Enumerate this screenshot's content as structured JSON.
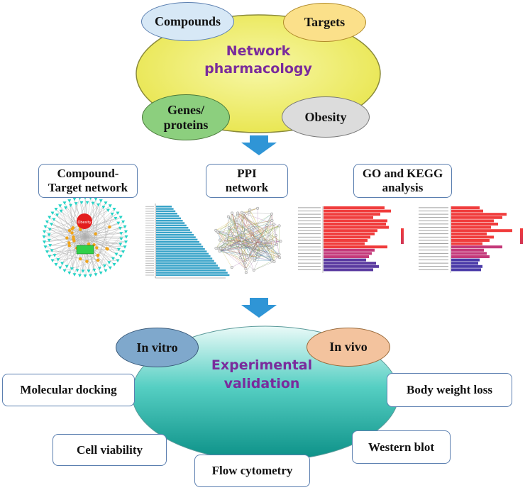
{
  "network_pharmacology": {
    "title": "Network pharmacology",
    "title_line1": "Network",
    "title_line2": "pharmacology",
    "compounds": "Compounds",
    "targets": "Targets",
    "genes_line1": "Genes/",
    "genes_line2": "proteins",
    "obesity": "Obesity"
  },
  "analysis": {
    "compound_target_line1": "Compound-",
    "compound_target_line2": "Target network",
    "ppi_line1": "PPI",
    "ppi_line2": "network",
    "go_kegg_line1": "GO and KEGG",
    "go_kegg_line2": "analysis",
    "ct_center_node": "Obesity"
  },
  "experimental": {
    "title_line1": "Experimental",
    "title_line2": "validation",
    "in_vitro": "In vitro",
    "in_vivo": "In vivo",
    "methods": [
      "Molecular docking",
      "Cell viability",
      "Flow cytometry",
      "Body weight loss",
      "Western blot"
    ]
  },
  "colors": {
    "big_ellipse_top": "#f0ef7a",
    "compounds_fill": "#d7e8f6",
    "targets_fill": "#fbe08a",
    "genes_fill": "#8ccf7e",
    "obesity_fill": "#dcdcdc",
    "arrow": "#2f95d6",
    "title_purple": "#7a2b9c",
    "in_vitro_fill": "#7fa8cc",
    "in_vivo_fill": "#f3c39e"
  }
}
